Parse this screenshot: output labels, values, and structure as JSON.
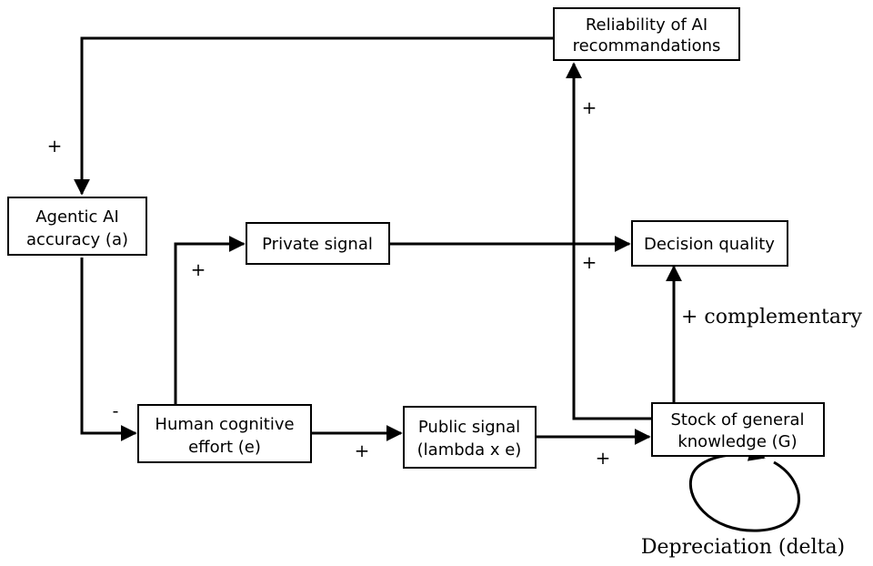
{
  "nodes": {
    "reliability": {
      "line1": "Reliability of AI",
      "line2": "recommandations"
    },
    "agentic_accuracy": {
      "line1": "Agentic AI",
      "line2": "accuracy (a)"
    },
    "private_signal": {
      "label": "Private signal"
    },
    "decision_quality": {
      "label": "Decision quality"
    },
    "human_effort": {
      "line1": "Human cognitive",
      "line2": "effort (e)"
    },
    "public_signal": {
      "line1": "Public signal",
      "line2": "(lambda x e)"
    },
    "stock_knowledge": {
      "line1": "Stock of general",
      "line2": "knowledge (G)"
    }
  },
  "edge_signs": {
    "reliability_to_accuracy": "+",
    "stock_to_reliability": "+",
    "effort_to_private": "+",
    "private_to_decision": "+",
    "stock_to_decision": "+ complementary",
    "accuracy_to_effort": "-",
    "effort_to_public": "+",
    "public_to_stock": "+"
  },
  "loop_label": "Depreciation (delta)"
}
